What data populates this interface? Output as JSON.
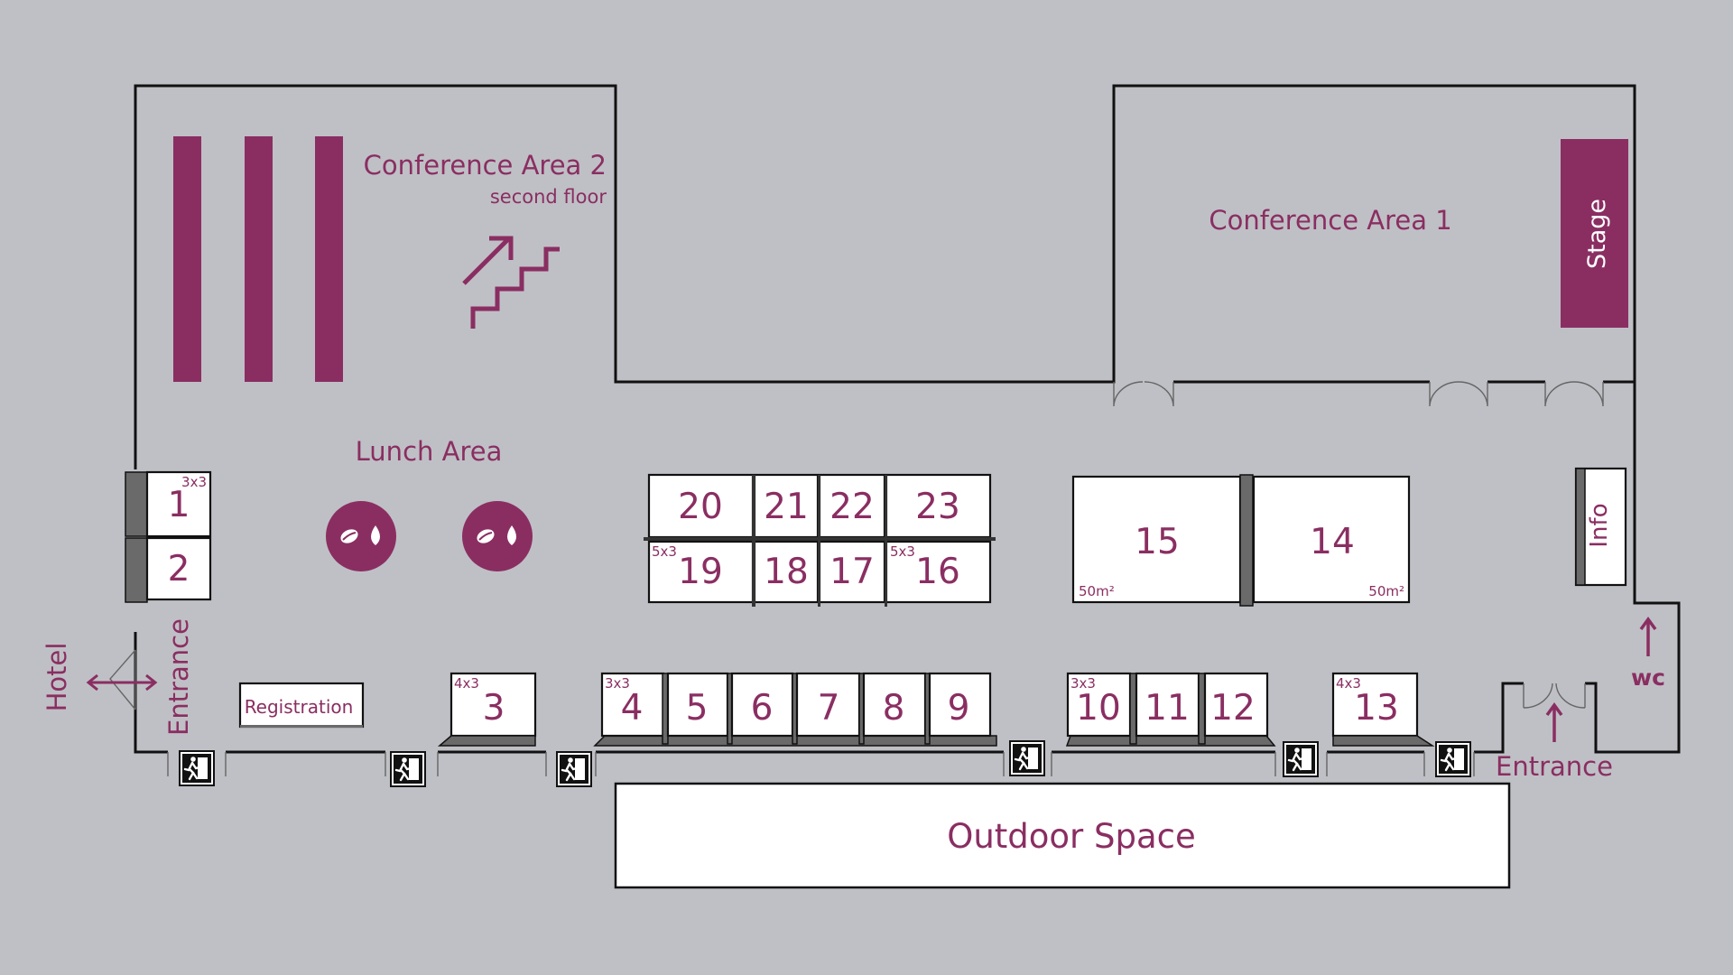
{
  "areas": {
    "conference_area_2": "Conference Area 2",
    "second_floor": "second floor",
    "conference_area_1": "Conference Area 1",
    "stage": "Stage",
    "lunch_area": "Lunch Area",
    "info": "Info",
    "outdoor_space": "Outdoor Space",
    "registration": "Registration",
    "hotel": "Hotel",
    "entrance_left": "Entrance",
    "entrance_right": "Entrance",
    "wc": "wc"
  },
  "booths": {
    "b1": "1",
    "b2": "2",
    "b3": "3",
    "b4": "4",
    "b5": "5",
    "b6": "6",
    "b7": "7",
    "b8": "8",
    "b9": "9",
    "b10": "10",
    "b11": "11",
    "b12": "12",
    "b13": "13",
    "b14": "14",
    "b15": "15",
    "b16": "16",
    "b17": "17",
    "b18": "18",
    "b19": "19",
    "b20": "20",
    "b21": "21",
    "b22": "22",
    "b23": "23"
  },
  "sizes": {
    "s1": "3x3",
    "s3": "4x3",
    "s4": "3x3",
    "s10": "3x3",
    "s13": "4x3",
    "s19": "5x3",
    "s16": "5x3",
    "s15": "50m²",
    "s14": "50m²"
  },
  "icons": {
    "coffee": "coffee-bean-water-icon",
    "stairs": "stairs-up-icon",
    "exit": "emergency-exit-icon",
    "arrow": "arrow-icon"
  },
  "colors": {
    "accent": "#8a2e62",
    "background": "#bfc0c5",
    "booth": "#ffffff",
    "wall": "#111111"
  }
}
